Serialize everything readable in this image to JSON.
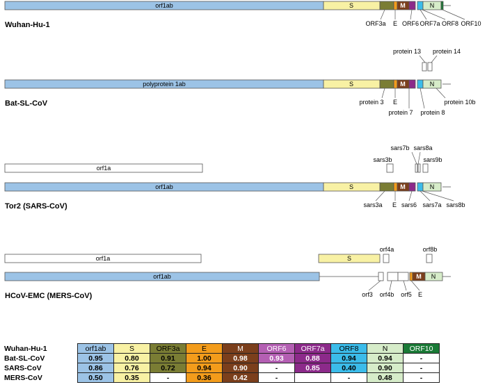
{
  "genomes": {
    "wuhan": {
      "name": "Wuhan-Hu-1",
      "segments": [
        {
          "label": "orf1ab",
          "color": "#9cc3e6"
        },
        {
          "label": "S",
          "color": "#f8f1a4"
        },
        {
          "label": "",
          "color": "#7a7d34"
        },
        {
          "label": "",
          "color": "#f39c1b"
        },
        {
          "label": "",
          "color": "#7b3f1c"
        },
        {
          "label": "",
          "color": "#8c2a8a"
        },
        {
          "label": "",
          "color": "#3bbcea"
        },
        {
          "label": "N",
          "color": "#d6ecc9"
        },
        {
          "label": "",
          "color": "#1a7a36"
        }
      ],
      "leaders": [
        "ORF3a",
        "E",
        "ORF6",
        "ORF7a",
        "ORF8",
        "ORF10"
      ]
    },
    "bat": {
      "name": "Bat-SL-CoV",
      "segments": [
        {
          "label": "polyprotein 1ab",
          "color": "#9cc3e6"
        },
        {
          "label": "S",
          "color": "#f8f1a4"
        },
        {
          "label": "",
          "color": "#7a7d34"
        },
        {
          "label": "M",
          "color": "#7b3f1c"
        },
        {
          "label": "N",
          "color": "#d6ecc9"
        }
      ],
      "above": [
        "protein 13",
        "protein 14"
      ],
      "leaders": [
        "protein 3",
        "E",
        "protein 7",
        "protein 8",
        "protein 10b"
      ]
    },
    "tor2": {
      "name": "Tor2 (SARS-CoV)",
      "frame": "orf1a",
      "segments": [
        {
          "label": "orf1ab",
          "color": "#9cc3e6"
        },
        {
          "label": "S",
          "color": "#f8f1a4"
        },
        {
          "label": "M",
          "color": "#7b3f1c"
        },
        {
          "label": "N",
          "color": "#d6ecc9"
        }
      ],
      "above": [
        "sars3b",
        "sars7b",
        "sars8a",
        "sars9b"
      ],
      "leaders": [
        "sars3a",
        "E",
        "sars6",
        "sars7a",
        "sars8b"
      ]
    },
    "mers": {
      "name": "HCoV-EMC (MERS-CoV)",
      "frame": "orf1a",
      "frame_s": "S",
      "segments": [
        {
          "label": "orf1ab",
          "color": "#9cc3e6"
        },
        {
          "label": "M",
          "color": "#7b3f1c"
        },
        {
          "label": "N",
          "color": "#d6ecc9"
        }
      ],
      "above": [
        "orf4a",
        "orf8b"
      ],
      "leaders": [
        "orf3",
        "orf4b",
        "orf5",
        "E"
      ]
    }
  },
  "table": {
    "corner": "Wuhan-Hu-1",
    "headers": [
      {
        "label": "orf1ab",
        "bg": "#9cc3e6",
        "fg": "#000000"
      },
      {
        "label": "S",
        "bg": "#f8f1a4",
        "fg": "#000000"
      },
      {
        "label": "ORF3a",
        "bg": "#7a7d34",
        "fg": "#000000"
      },
      {
        "label": "E",
        "bg": "#f39c1b",
        "fg": "#000000"
      },
      {
        "label": "M",
        "bg": "#7b3f1c",
        "fg": "#ffffff"
      },
      {
        "label": "ORF6",
        "bg": "#b45fb3",
        "fg": "#ffffff"
      },
      {
        "label": "ORF7a",
        "bg": "#8c2a8a",
        "fg": "#ffffff"
      },
      {
        "label": "ORF8",
        "bg": "#3bbcea",
        "fg": "#000000"
      },
      {
        "label": "N",
        "bg": "#d6ecc9",
        "fg": "#000000"
      },
      {
        "label": "ORF10",
        "bg": "#1a7a36",
        "fg": "#ffffff"
      }
    ],
    "rows": [
      {
        "name": "Bat-SL-CoV",
        "values": [
          "0.95",
          "0.80",
          "0.91",
          "1.00",
          "0.98",
          "0.93",
          "0.88",
          "0.94",
          "0.94",
          "-"
        ]
      },
      {
        "name": "SARS-CoV",
        "values": [
          "0.86",
          "0.76",
          "0.72",
          "0.94",
          "0.90",
          "-",
          "0.85",
          "0.40",
          "0.90",
          "-"
        ]
      },
      {
        "name": "MERS-CoV",
        "values": [
          "0.50",
          "0.35",
          "-",
          "0.36",
          "0.42",
          "-",
          "",
          "-",
          "0.48",
          "-"
        ]
      }
    ]
  }
}
